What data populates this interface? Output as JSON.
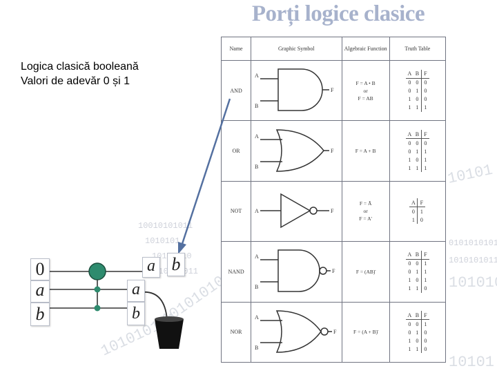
{
  "title": "Porți logice clasice",
  "subtitle": {
    "line1": "Logica clasică booleană",
    "line2": "Valori de adevăr 0 și 1"
  },
  "table": {
    "headers": {
      "name": "Name",
      "symbol": "Graphic Symbol",
      "function": "Algebraic Function",
      "truth": "Truth Table"
    },
    "rows": [
      {
        "name": "AND",
        "fn": [
          "F = A • B",
          "or",
          "F = AB"
        ],
        "tt_head": [
          "A",
          "B",
          "F"
        ],
        "tt_rows": [
          [
            "0",
            "0",
            "0"
          ],
          [
            "0",
            "1",
            "0"
          ],
          [
            "1",
            "0",
            "0"
          ],
          [
            "1",
            "1",
            "1"
          ]
        ]
      },
      {
        "name": "OR",
        "fn": [
          "F = A + B"
        ],
        "tt_head": [
          "A",
          "B",
          "F"
        ],
        "tt_rows": [
          [
            "0",
            "0",
            "0"
          ],
          [
            "0",
            "1",
            "1"
          ],
          [
            "1",
            "0",
            "1"
          ],
          [
            "1",
            "1",
            "1"
          ]
        ]
      },
      {
        "name": "NOT",
        "fn": [
          "F = Ā",
          "or",
          "F = A'"
        ],
        "tt_head": [
          "A",
          "F"
        ],
        "tt_rows": [
          [
            "0",
            "1"
          ],
          [
            "1",
            "0"
          ]
        ]
      },
      {
        "name": "NAND",
        "fn": [
          "F = (AB)̄"
        ],
        "tt_head": [
          "A",
          "B",
          "F"
        ],
        "tt_rows": [
          [
            "0",
            "0",
            "1"
          ],
          [
            "0",
            "1",
            "1"
          ],
          [
            "1",
            "0",
            "1"
          ],
          [
            "1",
            "1",
            "0"
          ]
        ]
      },
      {
        "name": "NOR",
        "fn": [
          "F = (A + B)̄"
        ],
        "tt_head": [
          "A",
          "B",
          "F"
        ],
        "tt_rows": [
          [
            "0",
            "0",
            "1"
          ],
          [
            "0",
            "1",
            "0"
          ],
          [
            "1",
            "0",
            "0"
          ],
          [
            "1",
            "1",
            "0"
          ]
        ]
      }
    ],
    "pin_a": "A",
    "pin_b": "B",
    "pin_f": "F"
  },
  "circuit": {
    "labels_left": [
      "0",
      "a",
      "b"
    ],
    "labels_right": [
      "a",
      "b"
    ],
    "labels_top": [
      "a",
      "b"
    ]
  },
  "background_binary": [
    "10010101011",
    "1010101",
    "10101010",
    "1010101011",
    "10101",
    "101010101",
    "0101010101",
    "1010101011"
  ],
  "colors": {
    "title": "#a7b2cc",
    "control_dot": "#2e8b6e",
    "arrow": "#5470a0"
  }
}
